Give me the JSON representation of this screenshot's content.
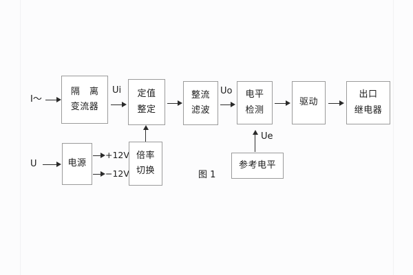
{
  "figure": {
    "caption": "图 1",
    "background_color": "#fcfcfd",
    "line_color": "#2a2a2a",
    "box_border_color": "#9a9a9a",
    "text_color": "#1b1b1b"
  },
  "inputs": [
    {
      "id": "current-input",
      "label": "I～"
    },
    {
      "id": "voltage-input",
      "label": "U"
    }
  ],
  "blocks": {
    "isolation_ct": {
      "line1": "隔 离",
      "line2": "变流器"
    },
    "setting_value": {
      "line1": "定值",
      "line2": "整定"
    },
    "rectify_filter": {
      "line1": "整流",
      "line2": "滤波"
    },
    "level_detect": {
      "line1": "电平",
      "line2": "检测"
    },
    "drive": {
      "line1": "驱动",
      "line2": ""
    },
    "output_relay": {
      "line1": "出口",
      "line2": "继电器"
    },
    "power_supply": {
      "line1": "电源",
      "line2": ""
    },
    "ratio_switch": {
      "line1": "倍率",
      "line2": "切换"
    },
    "reference_level": {
      "line1": "参考电平",
      "line2": ""
    }
  },
  "signal_labels": {
    "ui": "Ui",
    "uo": "Uo",
    "ue": "Ue",
    "pos_supply": "+12V",
    "neg_supply": "−12V"
  }
}
